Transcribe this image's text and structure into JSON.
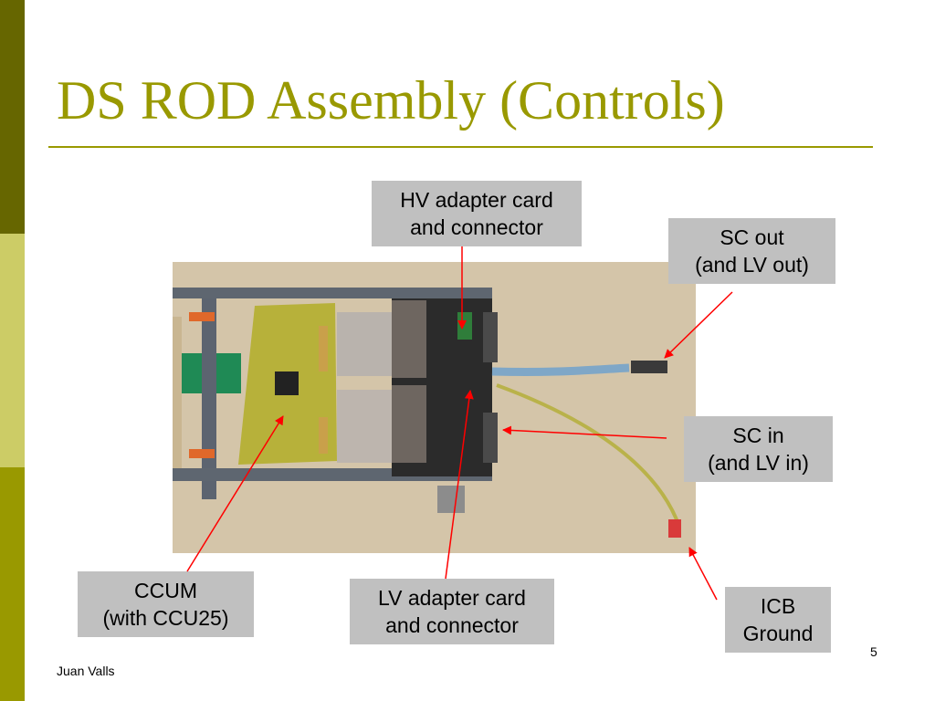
{
  "slide": {
    "title": "DS ROD Assembly (Controls)",
    "author": "Juan Valls",
    "page_number": "5",
    "photo_alt": "DS ROD assembly photograph"
  },
  "colors": {
    "title": "#999900",
    "sidebar_dark": "#666600",
    "sidebar_light": "#cccc66",
    "sidebar_mid": "#999900",
    "rule": "#999900",
    "callout_bg": "#c0c0c0",
    "arrow": "#ff0000"
  },
  "callouts": {
    "hv_adapter": {
      "line1": "HV adapter card",
      "line2": "and connector"
    },
    "sc_out": {
      "line1": "SC out",
      "line2": "(and LV out)"
    },
    "sc_in": {
      "line1": "SC in",
      "line2": "(and LV in)"
    },
    "ccum": {
      "line1": "CCUM",
      "line2": "(with CCU25)"
    },
    "lv_adapter": {
      "line1": "LV adapter card",
      "line2": "and connector"
    },
    "icb_ground": {
      "line1": "ICB",
      "line2": "Ground"
    }
  }
}
